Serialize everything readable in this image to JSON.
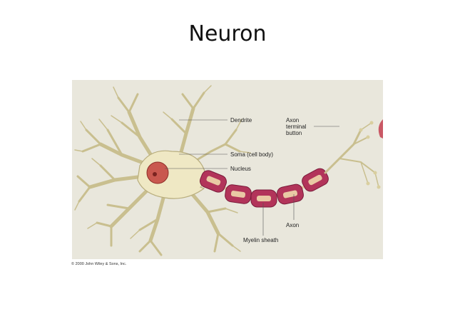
{
  "slide": {
    "title": "Neuron"
  },
  "figure": {
    "labels": {
      "dendrite": "Dendrite",
      "soma": "Soma (cell body)",
      "nucleus": "Nucleus",
      "axon_terminal_line1": "Axon",
      "axon_terminal_line2": "terminal",
      "axon_terminal_line3": "button",
      "axon": "Axon",
      "myelin_sheath": "Myelin sheath"
    },
    "colors": {
      "panel_background": "#e9e7dc",
      "cell_body": "#efe8c4",
      "cell_outline": "#b8ad7d",
      "nucleus": "#c9584f",
      "myelin": "#b2345a",
      "axon_core": "#e9c9a4"
    }
  },
  "copyright": "© 2000 John Wiley & Sons, Inc."
}
